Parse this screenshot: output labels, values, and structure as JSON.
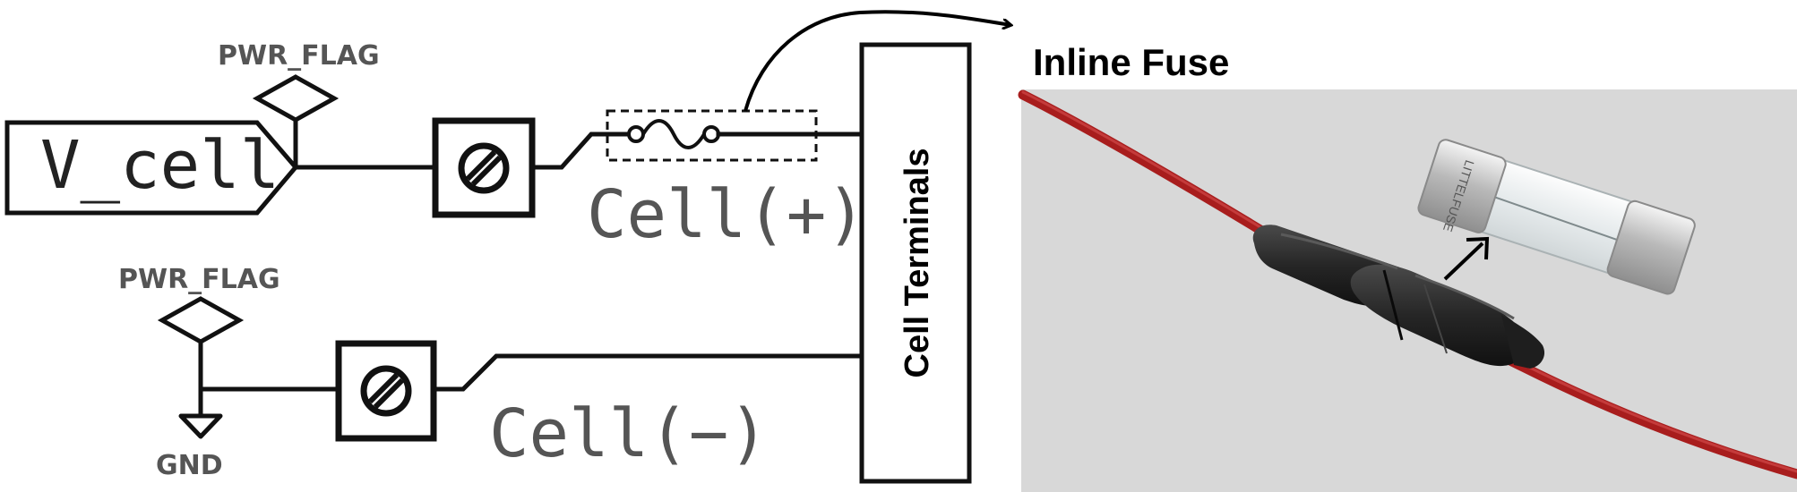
{
  "schematic": {
    "net_label": "V_cell",
    "pwr_flag_top": "PWR_FLAG",
    "pwr_flag_bottom": "PWR_FLAG",
    "ground_label": "GND",
    "cell_positive": "Cell(+)",
    "cell_negative": "Cell(−)",
    "terminal_block_label": "Cell Terminals"
  },
  "photo": {
    "title": "Inline Fuse",
    "fuse_marking": "LITTELFUSE",
    "colors": {
      "background": "#d8d8d8",
      "wire": "#b82222",
      "holder": "#2a2a2a"
    }
  },
  "icons": {
    "screw_terminal": "screw-terminal-icon",
    "fuse_symbol": "fuse-symbol-icon",
    "ground_symbol": "ground-symbol-icon",
    "pointer_arrow": "arrow-icon"
  }
}
